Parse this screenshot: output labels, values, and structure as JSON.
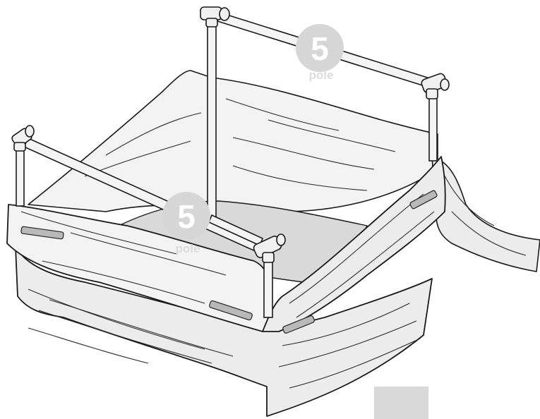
{
  "badges": [
    {
      "number": "5",
      "word": "pole"
    },
    {
      "number": "5",
      "word": "pole"
    }
  ],
  "colors": {
    "cloth": "#ececec",
    "badge_circle": "#d6d6d6",
    "velcro_strip": "#b9b9b9",
    "swatch": "#d8d8d8"
  }
}
